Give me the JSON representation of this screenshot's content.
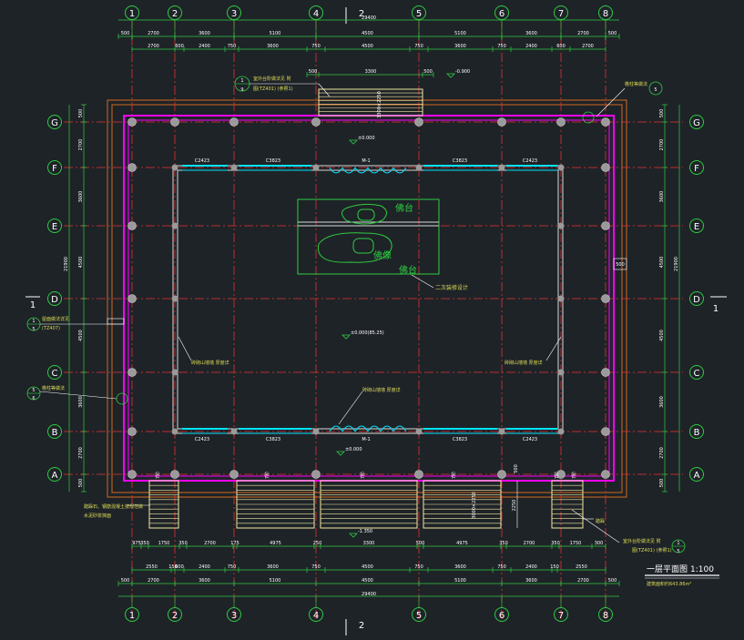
{
  "colors": {
    "background": "#1e2328",
    "dimension": "#2ecc40",
    "gridline": "#e83030",
    "wall": "#ff00ff",
    "eaves": "#d2691e",
    "window": "#00e5ff",
    "column": "#9a9a9a",
    "stair": "#f2e8a0",
    "label": "#ffffff",
    "text": "#dddd55"
  },
  "axes": {
    "columns": [
      "1",
      "2",
      "3",
      "4",
      "5",
      "6",
      "7",
      "8"
    ],
    "rows": [
      "G",
      "F",
      "E",
      "D",
      "C",
      "B",
      "A"
    ]
  },
  "section_marks": {
    "top": "2",
    "bottom": "2",
    "left": "1",
    "right": "1"
  },
  "dimensions": {
    "overall_width": "29400",
    "overall_depth": "21900",
    "top_row1": [
      "500",
      "2700",
      "3600",
      "5100",
      "4500",
      "5100",
      "3600",
      "2700",
      "500"
    ],
    "top_row2": [
      "2700",
      "600",
      "2400",
      "750",
      "3600",
      "750",
      "4500",
      "750",
      "3600",
      "750",
      "2400",
      "600",
      "2700"
    ],
    "top_stair": [
      "500",
      "3300",
      "500"
    ],
    "bottom_row1": [
      "975",
      "350",
      "1750",
      "350",
      "2700",
      "175",
      "4975",
      "250",
      "3300",
      "500",
      "4975",
      "350",
      "2700",
      "350",
      "1750",
      "300"
    ],
    "bottom_row2": [
      "2550",
      "150",
      "600",
      "2400",
      "750",
      "3600",
      "750",
      "4500",
      "750",
      "3600",
      "750",
      "2400",
      "150",
      "2550"
    ],
    "bottom_row3": [
      "500",
      "2700",
      "3600",
      "5100",
      "4500",
      "5100",
      "3600",
      "2700",
      "500"
    ],
    "left_row": [
      "500",
      "2700",
      "3600",
      "4500",
      "4500",
      "3600",
      "2700",
      "500"
    ],
    "right_row": [
      "500",
      "2700",
      "3600",
      "4500",
      "4500",
      "3600",
      "2700",
      "500"
    ]
  },
  "labels": {
    "levels": [
      "±0.000",
      "±0.000",
      "±0.000",
      "±0.000(85.25)",
      "-0.900",
      "-1.350"
    ],
    "top_callout_lines": [
      "室外台阶做法见 附",
      "图(TZ401) (参照1)"
    ],
    "top_callout_index": [
      "1",
      "9"
    ],
    "top_right_callout": "檐柱等做法",
    "top_right_index": "5",
    "left_callout_1": [
      "屋面做法详见",
      "(TZ407)"
    ],
    "left_callout_1_index": [
      "1",
      "5"
    ],
    "left_callout_2": "檐柱等做法",
    "left_callout_2_index": [
      "5",
      "6"
    ],
    "windows_top": [
      "C2423",
      "C3823",
      "M-1",
      "C3823",
      "C2423"
    ],
    "windows_bottom": [
      "C2423",
      "C3823",
      "M-1",
      "C3823",
      "C2423"
    ],
    "buddha_top": "佛台",
    "buddha_bottom_1": "佛像",
    "buddha_bottom_2": "佛台",
    "buddha_note": "二次装修设计",
    "left_wall_note": "砖砌山墙墙 厚度详",
    "right_wall_note": "砖砌山墙墙 厚度详",
    "front_wall_note": "砖砌山墙墙 厚度详",
    "bottom_left_note": [
      "踏跺石、钢筋混凝土按规范做",
      "水泥砂浆抹面"
    ],
    "bottom_right_callout": [
      "室外台阶做法见 附",
      "图(TZ401) (参照1)"
    ],
    "bottom_right_index": [
      "1",
      "5"
    ],
    "stair_tags": [
      "7阶",
      "7阶",
      "7阶",
      "7阶",
      "7阶",
      "7阶"
    ],
    "stair_top_tag": "3300×2250",
    "stair_bottom_tag": "3000×2250",
    "stair_side": "2250",
    "right_mid": "500",
    "small_dim": "500",
    "right_stair_note": "踏跺",
    "drawing_title": "一层平面图",
    "drawing_scale": "1:100",
    "drawing_subtitle": "建筑面积约643.86m²"
  }
}
